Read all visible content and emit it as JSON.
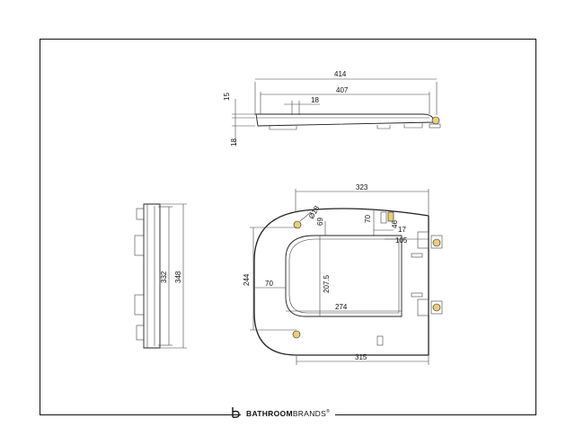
{
  "brand": {
    "part1": "BATHROOM",
    "part2": "BRANDS",
    "mark": "®",
    "logo_icon": "b-logo-icon"
  },
  "top_view": {
    "overall_length": "414",
    "inner_length": "407",
    "thickness_a": "15",
    "hinge_gap": "18",
    "offset_b": "18"
  },
  "side_view": {
    "inner_length": "332",
    "overall_length": "348"
  },
  "plan_view": {
    "overall_width": "323",
    "bottom_width": "315",
    "height": "244",
    "inner_height": "207.5",
    "inner_width": "274",
    "inner_offset": "70",
    "bumper_dia": "Ø18",
    "bumper_offset": "69",
    "hinge_height": "70",
    "hinge_width": "46",
    "hinge_gap": "17",
    "hinge_spacing": "105"
  },
  "colors": {
    "line": "#222222",
    "hinge_accent": "#e9cf78"
  }
}
